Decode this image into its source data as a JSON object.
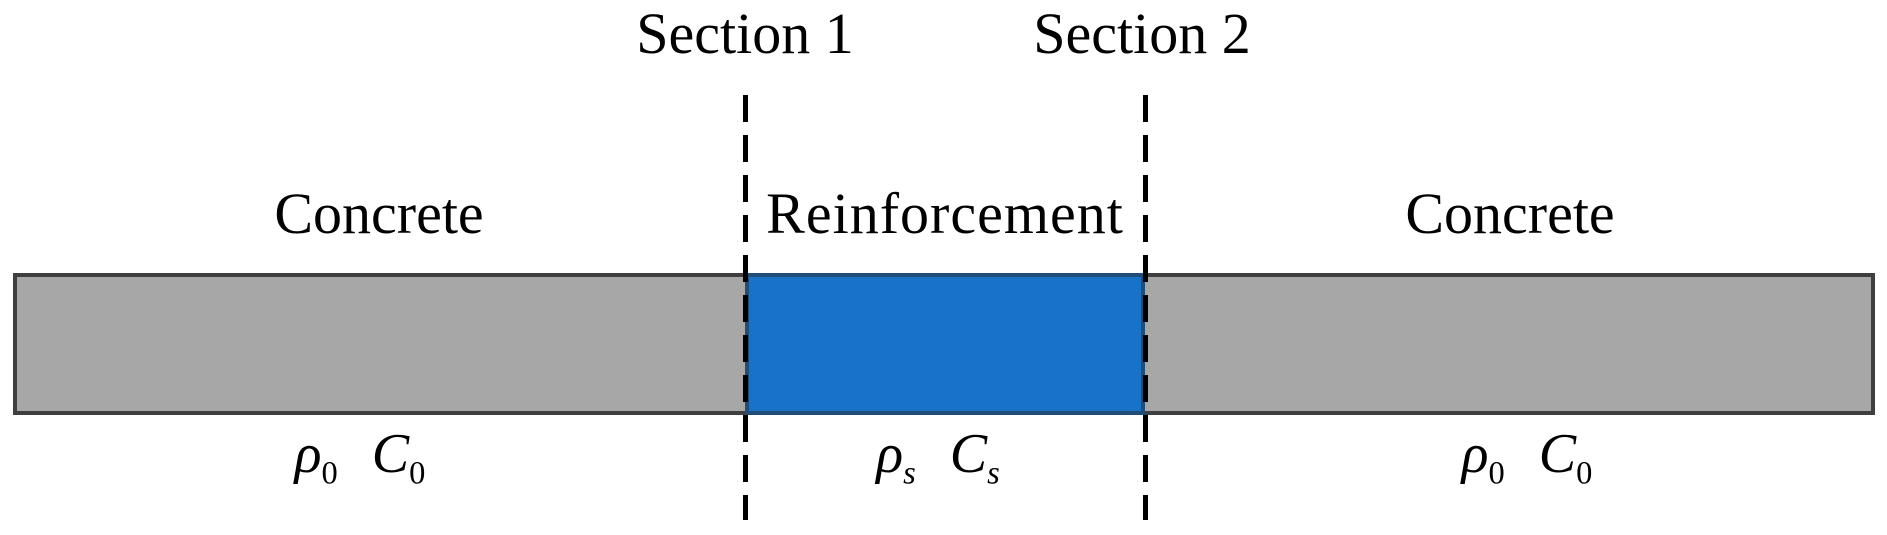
{
  "diagram": {
    "title_semantics": "Concrete bar with central reinforcement segment between two sections",
    "colors": {
      "concrete_fill": "#a7a7a7",
      "concrete_border": "#3f3f3f",
      "reinforcement_fill": "#1772c8",
      "reinforcement_border": "#1f4e79",
      "section_line": "#000000",
      "text": "#000000",
      "background": "#ffffff"
    },
    "section_markers": {
      "section1": {
        "label": "Section 1"
      },
      "section2": {
        "label": "Section 2"
      }
    },
    "regions": {
      "left_concrete": {
        "label": "Concrete",
        "rho_base": "ρ",
        "rho_sub": "0",
        "c_base": "C",
        "c_sub": "0"
      },
      "reinforcement": {
        "label": "Reinforcement",
        "rho_base": "ρ",
        "rho_sub": "s",
        "c_base": "C",
        "c_sub": "s"
      },
      "right_concrete": {
        "label": "Concrete",
        "rho_base": "ρ",
        "rho_sub": "0",
        "c_base": "C",
        "c_sub": "0"
      }
    }
  }
}
